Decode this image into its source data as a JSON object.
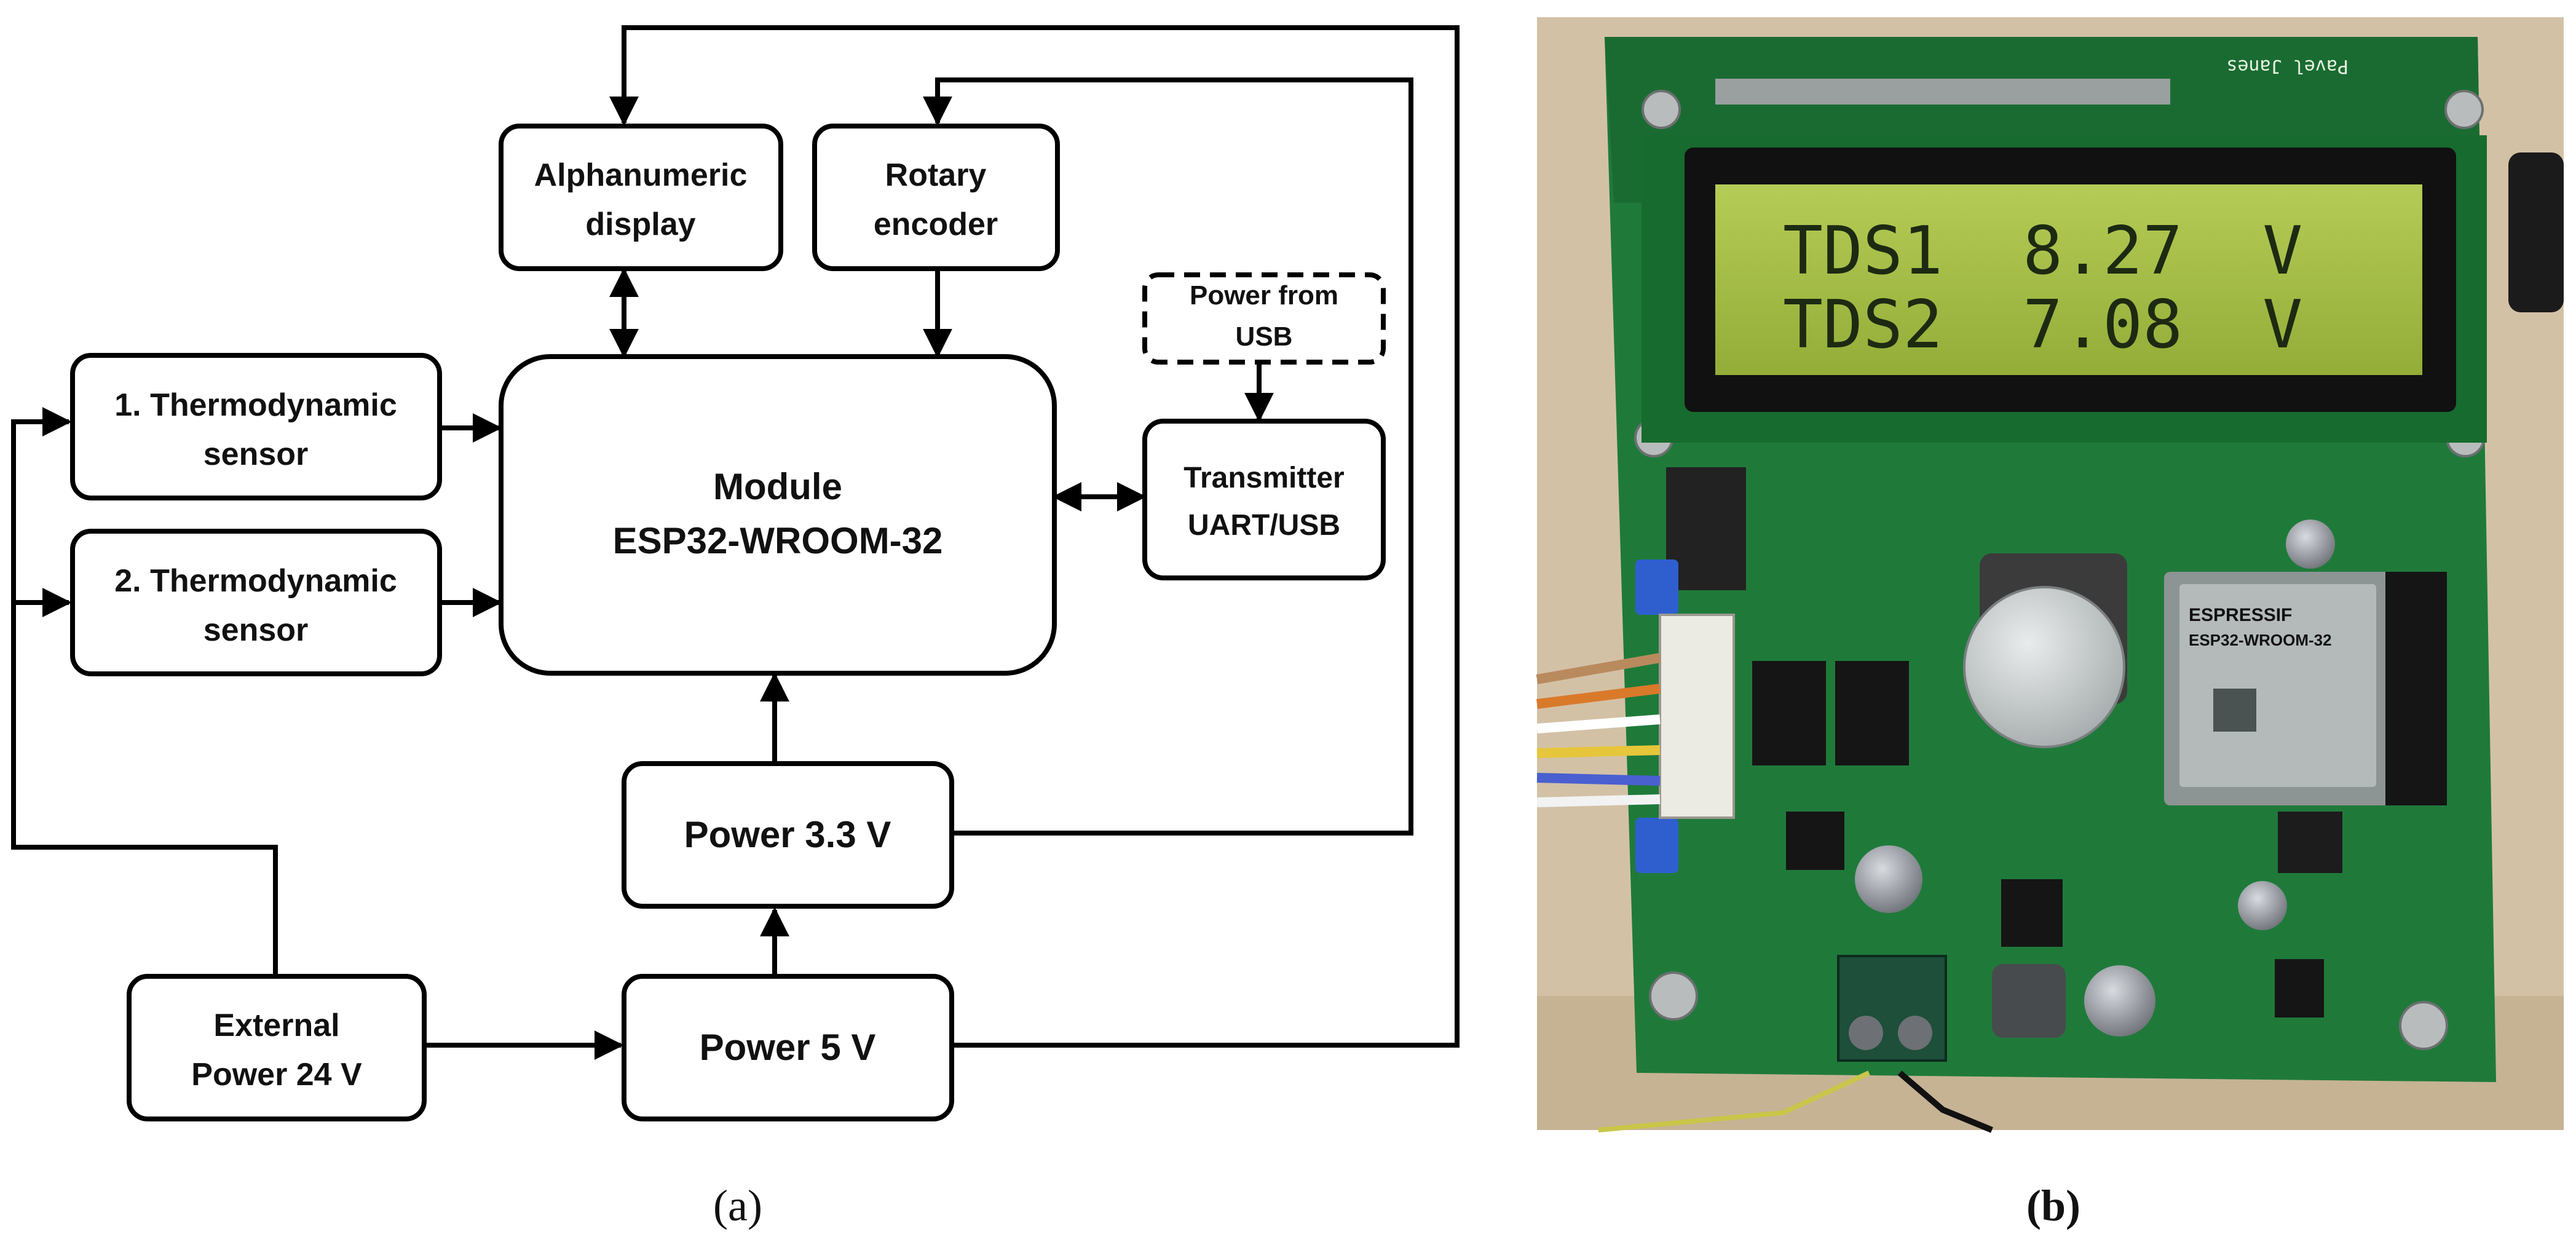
{
  "diagram": {
    "blocks": {
      "display": [
        "Alphanumeric",
        "display"
      ],
      "encoder": [
        "Rotary",
        "encoder"
      ],
      "usb_power": [
        "Power from",
        "USB"
      ],
      "sensor1": [
        "1. Thermodynamic",
        "sensor"
      ],
      "sensor2": [
        "2. Thermodynamic",
        "sensor"
      ],
      "module": [
        "Module",
        "ESP32-WROOM-32"
      ],
      "transmitter": [
        "Transmitter",
        "UART/USB"
      ],
      "power33": "Power 3.3 V",
      "external": [
        "External",
        "Power 24 V"
      ],
      "power5": "Power 5 V"
    },
    "caption": "(a)"
  },
  "photo": {
    "lcd_lines": [
      "TDS1  8.27  V",
      "TDS2  7.08  V"
    ],
    "chip_labels": [
      "ESPRESSIF",
      "ESP32-WROOM-32"
    ],
    "silkscreen_author": "Pavel Janes",
    "caption": "(b)"
  },
  "colors": {
    "pcb": "#1f7a3a",
    "lcd": "#a8c24a",
    "background": "#d6c3a8"
  }
}
